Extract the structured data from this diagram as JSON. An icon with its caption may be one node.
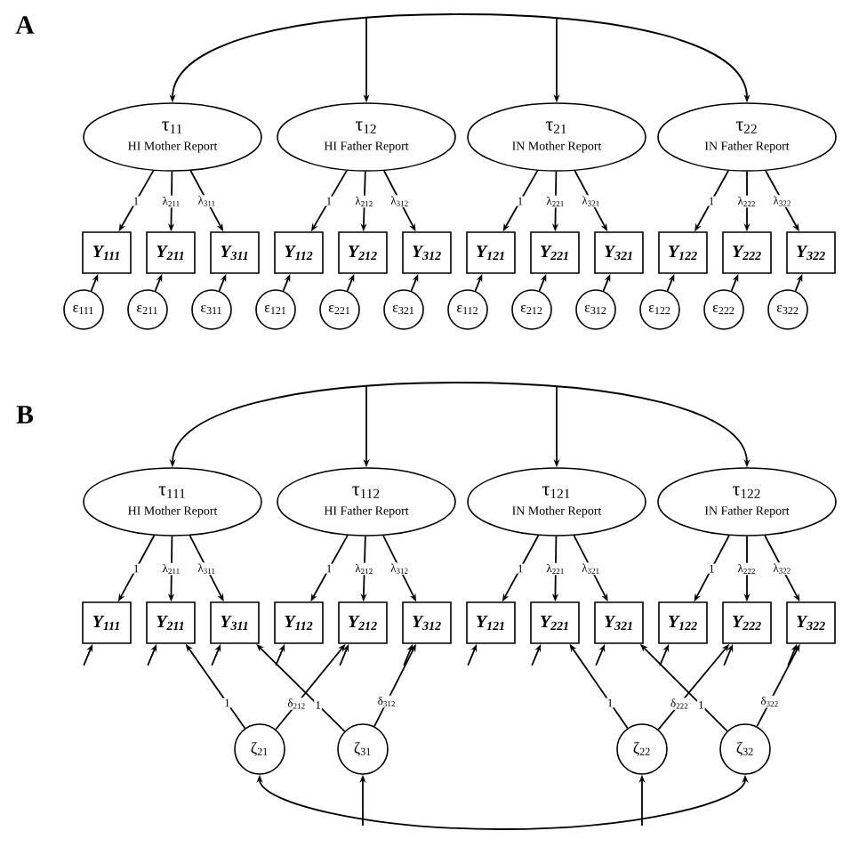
{
  "diagram": {
    "nodes": [
      {
        "text": [
          "τ$_{11}$",
          "HI Mother Report"
        ]
      },
      {
        "text": [
          "τ$_{12}$",
          "HI Father Report"
        ]
      },
      {
        "text": [
          "τ$_{21}$",
          "IN Mother Report"
        ]
      },
      {
        "text": [
          "τ$_{22}$",
          "IN Father Report"
        ]
      },
      {
        "text": [
          "Y$_{111}$"
        ]
      },
      {
        "text": [
          "Y$_{211}$"
        ]
      },
      {
        "text": [
          "Y$_{311}$"
        ]
      },
      {
        "text": [
          "Y$_{112}$"
        ]
      },
      {
        "text": [
          "Y$_{212}$"
        ]
      },
      {
        "text": [
          "Y$_{312}$"
        ]
      },
      {
        "text": [
          "Y$_{121}$"
        ]
      },
      {
        "text": [
          "Y$_{221}$"
        ]
      },
      {
        "text": [
          "Y$_{321}$"
        ]
      },
      {
        "text": [
          "Y$_{122}$"
        ]
      },
      {
        "text": [
          "Y$_{222}$"
        ]
      },
      {
        "text": [
          "Y$_{322}$"
        ]
      },
      {
        "text": [
          "ε$_{111}$"
        ]
      },
      {
        "text": [
          "ε$_{211}$"
        ]
      },
      {
        "text": [
          "ε$_{311}$"
        ]
      },
      {
        "text": [
          "ε$_{121}$"
        ]
      },
      {
        "text": [
          "ε$_{221}$"
        ]
      },
      {
        "text": [
          "ε$_{321}$"
        ]
      },
      {
        "text": [
          "ε$_{112}$"
        ]
      },
      {
        "text": [
          "ε$_{212}$"
        ]
      },
      {
        "text": [
          "ε$_{312}$"
        ]
      },
      {
        "text": [
          "ε$_{122}$"
        ]
      },
      {
        "text": [
          "ε$_{222}$"
        ]
      },
      {
        "text": [
          "ε$_{322}$"
        ]
      },
      {
        "text": [
          "τ$_{111}$",
          "HI Mother Report"
        ]
      },
      {
        "text": [
          "τ$_{112}$",
          "HI Father Report"
        ]
      },
      {
        "text": [
          "τ$_{121}$",
          "IN Mother Report"
        ]
      },
      {
        "text": [
          "τ$_{122}$",
          "IN Father Report"
        ]
      },
      {
        "text": [
          "Y$_{111}$"
        ]
      },
      {
        "text": [
          "Y$_{211}$"
        ]
      },
      {
        "text": [
          "Y$_{311}$"
        ]
      },
      {
        "text": [
          "Y$_{112}$"
        ]
      },
      {
        "text": [
          "Y$_{212}$"
        ]
      },
      {
        "text": [
          "Y$_{312}$"
        ]
      },
      {
        "text": [
          "Y$_{121}$"
        ]
      },
      {
        "text": [
          "Y$_{221}$"
        ]
      },
      {
        "text": [
          "Y$_{321}$"
        ]
      },
      {
        "text": [
          "Y$_{122}$"
        ]
      },
      {
        "text": [
          "Y$_{222}$"
        ]
      },
      {
        "text": [
          "Y$_{322}$"
        ]
      },
      {
        "text": [
          "ζ$_{21}$"
        ]
      },
      {
        "text": [
          "ζ$_{31}$"
        ]
      },
      {
        "text": [
          "ζ$_{22}$"
        ]
      },
      {
        "text": [
          "ζ$_{32}$"
        ]
      }
    ],
    "edges": [
      {
        "from": null,
        "to": 0,
        "arrow": "to"
      },
      {
        "from": null,
        "to": 1,
        "arrow": "to"
      },
      {
        "from": null,
        "to": 2,
        "arrow": "to"
      },
      {
        "from": null,
        "to": 3,
        "arrow": "to"
      },
      {
        "from": 0,
        "to": 4,
        "arrow": "to",
        "label": "1"
      },
      {
        "from": 0,
        "to": 5,
        "arrow": "to",
        "label": "λ$_{211}$"
      },
      {
        "from": 0,
        "to": 6,
        "arrow": "to",
        "label": "λ$_{311}$"
      },
      {
        "from": 1,
        "to": 7,
        "arrow": "to",
        "label": "1"
      },
      {
        "from": 1,
        "to": 8,
        "arrow": "to",
        "label": "λ$_{212}$"
      },
      {
        "from": 1,
        "to": 9,
        "arrow": "to",
        "label": "λ$_{312}$"
      },
      {
        "from": 2,
        "to": 10,
        "arrow": "to",
        "label": "1"
      },
      {
        "from": 2,
        "to": 11,
        "arrow": "to",
        "label": "λ$_{221}$"
      },
      {
        "from": 2,
        "to": 12,
        "arrow": "to",
        "label": "λ$_{321}$"
      },
      {
        "from": 3,
        "to": 13,
        "arrow": "to",
        "label": "1"
      },
      {
        "from": 3,
        "to": 14,
        "arrow": "to",
        "label": "λ$_{222}$"
      },
      {
        "from": 3,
        "to": 15,
        "arrow": "to",
        "label": "λ$_{322}$"
      },
      {
        "from": 16,
        "to": 4,
        "arrow": "to"
      },
      {
        "from": 17,
        "to": 5,
        "arrow": "to"
      },
      {
        "from": 18,
        "to": 6,
        "arrow": "to"
      },
      {
        "from": 19,
        "to": 7,
        "arrow": "to"
      },
      {
        "from": 20,
        "to": 8,
        "arrow": "to"
      },
      {
        "from": 21,
        "to": 9,
        "arrow": "to"
      },
      {
        "from": 22,
        "to": 10,
        "arrow": "to"
      },
      {
        "from": 23,
        "to": 11,
        "arrow": "to"
      },
      {
        "from": 24,
        "to": 12,
        "arrow": "to"
      },
      {
        "from": 25,
        "to": 13,
        "arrow": "to"
      },
      {
        "from": 26,
        "to": 14,
        "arrow": "to"
      },
      {
        "from": 27,
        "to": 15,
        "arrow": "to"
      },
      {
        "from": null,
        "to": 28,
        "arrow": "to"
      },
      {
        "from": null,
        "to": 29,
        "arrow": "to"
      },
      {
        "from": null,
        "to": 30,
        "arrow": "to"
      },
      {
        "from": null,
        "to": 31,
        "arrow": "to"
      },
      {
        "from": 28,
        "to": 32,
        "arrow": "to",
        "label": "1"
      },
      {
        "from": 28,
        "to": 33,
        "arrow": "to",
        "label": "λ$_{211}$"
      },
      {
        "from": 28,
        "to": 34,
        "arrow": "to",
        "label": "λ$_{311}$"
      },
      {
        "from": 29,
        "to": 35,
        "arrow": "to",
        "label": "1"
      },
      {
        "from": 29,
        "to": 36,
        "arrow": "to",
        "label": "λ$_{212}$"
      },
      {
        "from": 29,
        "to": 37,
        "arrow": "to",
        "label": "λ$_{312}$"
      },
      {
        "from": 30,
        "to": 38,
        "arrow": "to",
        "label": "1"
      },
      {
        "from": 30,
        "to": 39,
        "arrow": "to",
        "label": "λ$_{221}$"
      },
      {
        "from": 30,
        "to": 40,
        "arrow": "to",
        "label": "λ$_{321}$"
      },
      {
        "from": 31,
        "to": 41,
        "arrow": "to",
        "label": "1"
      },
      {
        "from": 31,
        "to": 42,
        "arrow": "to",
        "label": "λ$_{222}$"
      },
      {
        "from": 31,
        "to": 43,
        "arrow": "to",
        "label": "λ$_{322}$"
      },
      {
        "from": null,
        "to": 32,
        "arrow": "to"
      },
      {
        "from": null,
        "to": 33,
        "arrow": "to"
      },
      {
        "from": null,
        "to": 34,
        "arrow": "to"
      },
      {
        "from": null,
        "to": 35,
        "arrow": "to"
      },
      {
        "from": null,
        "to": 36,
        "arrow": "to"
      },
      {
        "from": null,
        "to": 37,
        "arrow": "to"
      },
      {
        "from": null,
        "to": 38,
        "arrow": "to"
      },
      {
        "from": null,
        "to": 39,
        "arrow": "to"
      },
      {
        "from": null,
        "to": 40,
        "arrow": "to"
      },
      {
        "from": null,
        "to": 41,
        "arrow": "to"
      },
      {
        "from": null,
        "to": 42,
        "arrow": "to"
      },
      {
        "from": null,
        "to": 43,
        "arrow": "to"
      },
      {
        "from": 44,
        "to": 33,
        "arrow": "to",
        "label": "1"
      },
      {
        "from": 44,
        "to": 36,
        "arrow": "to",
        "label": "δ$_{212}$"
      },
      {
        "from": 45,
        "to": 34,
        "arrow": "to",
        "label": "1"
      },
      {
        "from": 45,
        "to": 37,
        "arrow": "to",
        "label": "δ$_{312}$"
      },
      {
        "from": 46,
        "to": 39,
        "arrow": "to",
        "label": "1"
      },
      {
        "from": 46,
        "to": 42,
        "arrow": "to",
        "label": "δ$_{222}$"
      },
      {
        "from": 47,
        "to": 40,
        "arrow": "to",
        "label": "1"
      },
      {
        "from": 47,
        "to": 43,
        "arrow": "to",
        "label": "δ$_{322}$"
      },
      {
        "from": null,
        "to": 44,
        "arrow": "to"
      },
      {
        "from": null,
        "to": 45,
        "arrow": "to"
      },
      {
        "from": null,
        "to": 46,
        "arrow": "to"
      },
      {
        "from": null,
        "to": 47,
        "arrow": "to"
      }
    ],
    "labels": [
      "A",
      "B"
    ]
  }
}
